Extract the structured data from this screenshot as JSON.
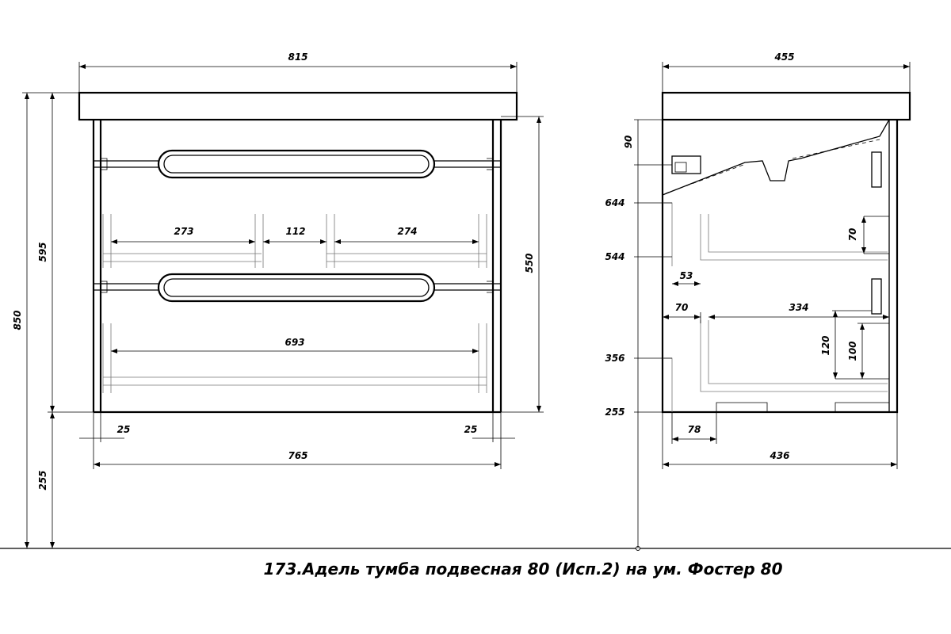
{
  "front_view": {
    "width_top": "815",
    "height_total": "850",
    "height_body": "595",
    "height_legs": "255",
    "height_inner": "550",
    "drawer_upper_left": "273",
    "drawer_gap": "112",
    "drawer_upper_right": "274",
    "drawer_lower": "693",
    "side_offset_left": "25",
    "side_offset_right": "25",
    "width_body": "765"
  },
  "side_view": {
    "depth_top": "455",
    "siphon_height": "90",
    "level_644": "644",
    "level_544": "544",
    "level_356": "356",
    "level_255": "255",
    "upper_drawer_height": "70",
    "upper_drawer_offset": "53",
    "lower_drawer_offset": "70",
    "lower_drawer_depth": "334",
    "lower_drawer_h120": "120",
    "lower_drawer_h100": "100",
    "foot_offset": "78",
    "depth_body": "436"
  },
  "caption": "173.Адель тумба подвесная 80 (Исп.2) на ум. Фостер 80"
}
